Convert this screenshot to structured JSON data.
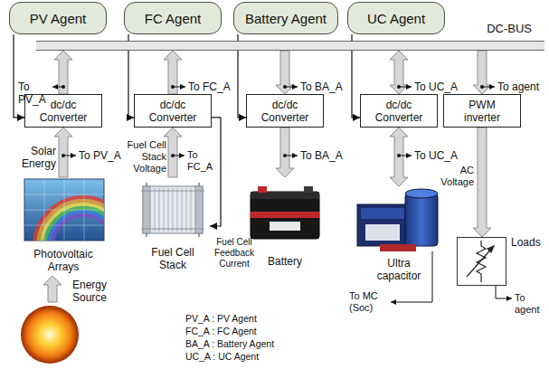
{
  "diagram": {
    "nodes": [
      {
        "text": [
          "PV Agent"
        ]
      },
      {
        "text": [
          "FC Agent"
        ]
      },
      {
        "text": [
          "Battery Agent"
        ]
      },
      {
        "text": [
          "UC Agent"
        ]
      },
      {
        "text": [
          "DC-BUS"
        ]
      },
      {
        "text": [
          "dc/dc Converter"
        ]
      },
      {
        "text": [
          "dc/dc Converter"
        ]
      },
      {
        "text": [
          "dc/dc Converter"
        ]
      },
      {
        "text": [
          "dc/dc Converter"
        ]
      },
      {
        "text": [
          "PWM inverter"
        ]
      },
      {
        "text": [
          "Photovoltaic Arrays"
        ]
      },
      {
        "text": [
          "Fuel Cell Stack"
        ]
      },
      {
        "text": [
          "Battery"
        ]
      },
      {
        "text": [
          "Ultra capacitor"
        ]
      },
      {
        "text": [
          "Loads"
        ]
      }
    ],
    "edges": [
      {
        "from": 0,
        "to": 5,
        "arrow": "to"
      },
      {
        "from": 1,
        "to": 6,
        "arrow": "to"
      },
      {
        "from": 2,
        "to": 7,
        "arrow": "to"
      },
      {
        "from": 3,
        "to": 8,
        "arrow": "to"
      },
      {
        "from": 5,
        "to": 4,
        "arrow": "to"
      },
      {
        "from": 6,
        "to": 4,
        "arrow": "to"
      },
      {
        "from": 4,
        "to": 7,
        "arrow": "to"
      },
      {
        "from": 8,
        "to": 4,
        "arrow": "both"
      },
      {
        "from": 4,
        "to": 9,
        "arrow": "to"
      },
      {
        "from": 10,
        "to": 5,
        "label": "Solar Energy",
        "arrow": "to"
      },
      {
        "from": 11,
        "to": 6,
        "label": "Fuel Cell Stack Voltage",
        "arrow": "to"
      },
      {
        "from": 6,
        "to": 11,
        "label": "Fuel Cell Feedback Current",
        "arrow": "to"
      },
      {
        "from": 7,
        "to": 12,
        "arrow": "to"
      },
      {
        "from": 8,
        "to": 13,
        "arrow": "both"
      },
      {
        "from": 9,
        "to": 14,
        "label": "AC Voltage",
        "arrow": "to"
      }
    ],
    "labels": [
      "To PV_A",
      "To FC_A",
      "To BA_A",
      "To UC_A",
      "To agent",
      "To PV_A",
      "To FC_A",
      "To BA_A",
      "To UC_A",
      "To MC (Soc)",
      "To agent",
      "Energy Source",
      "PV_A : PV Agent",
      "FC_A : FC Agent",
      "BA_A : Battery Agent",
      "UC_A : UC Agent"
    ]
  }
}
